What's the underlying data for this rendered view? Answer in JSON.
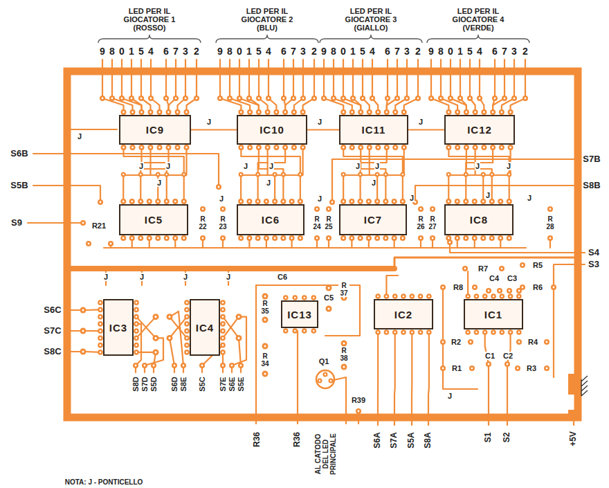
{
  "diagram": {
    "nodes": [
      {
        "text": [
          "IC9"
        ]
      },
      {
        "text": [
          "IC10"
        ]
      },
      {
        "text": [
          "IC11"
        ]
      },
      {
        "text": [
          "IC12"
        ]
      },
      {
        "text": [
          "IC5"
        ]
      },
      {
        "text": [
          "IC6"
        ]
      },
      {
        "text": [
          "IC7"
        ]
      },
      {
        "text": [
          "IC8"
        ]
      },
      {
        "text": [
          "IC3"
        ]
      },
      {
        "text": [
          "IC4"
        ]
      },
      {
        "text": [
          "IC13"
        ]
      },
      {
        "text": [
          "IC2"
        ]
      },
      {
        "text": [
          "IC1"
        ]
      }
    ],
    "edges": [
      {
        "from": 0,
        "to": 1,
        "arrow": "none"
      },
      {
        "from": 1,
        "to": 2,
        "arrow": "none"
      },
      {
        "from": 2,
        "to": 3,
        "arrow": "none"
      }
    ],
    "labels": [
      "LED PER IL GIOCATORE 1 (ROSSO)",
      "LED PER IL GIOCATORE 2 (BLU)",
      "LED PER IL GIOCATORE 3 (GIALLO)",
      "LED PER IL GIOCATORE 4 (VERDE)",
      "9",
      "8",
      "0",
      "1",
      "5",
      "4",
      "6",
      "7",
      "3",
      "2",
      "9",
      "8",
      "0",
      "1",
      "5",
      "4",
      "6",
      "7",
      "3",
      "2",
      "9",
      "8",
      "0",
      "1",
      "5",
      "4",
      "6",
      "7",
      "3",
      "2",
      "9",
      "8",
      "0",
      "1",
      "5",
      "4",
      "6",
      "7",
      "3",
      "2",
      "S6B",
      "S5B",
      "S9",
      "S7B",
      "S8B",
      "S4",
      "S3",
      "S6C",
      "S7C",
      "S8C",
      "S8D",
      "S7D",
      "S5D",
      "S6D",
      "S8E",
      "S5C",
      "S7E",
      "S6E",
      "S5E",
      "R36",
      "R36",
      "AL CATODO DEL LED PRINCIPALE",
      "S6A",
      "S7A",
      "S5A",
      "S8A",
      "S1",
      "S2",
      "+5V",
      "R21",
      "R 22",
      "R 23",
      "R 24",
      "R 25",
      "R 26",
      "R 27",
      "R 28",
      "C6",
      "R 35",
      "C5",
      "R 37",
      "R 34",
      "R 38",
      "Q1",
      "R39",
      "R7",
      "R5",
      "C4",
      "C3",
      "R8",
      "R6",
      "R2",
      "R4",
      "C1",
      "C2",
      "R1",
      "R3",
      "J",
      "J",
      "J",
      "J",
      "J",
      "J",
      "J",
      "J",
      "J",
      "J",
      "J",
      "J",
      "J",
      "J",
      "J",
      "J",
      "J",
      "J",
      "J",
      "J",
      "J",
      "J",
      "J",
      "J",
      "J",
      "NOTA: J - PONTICELLO"
    ]
  }
}
